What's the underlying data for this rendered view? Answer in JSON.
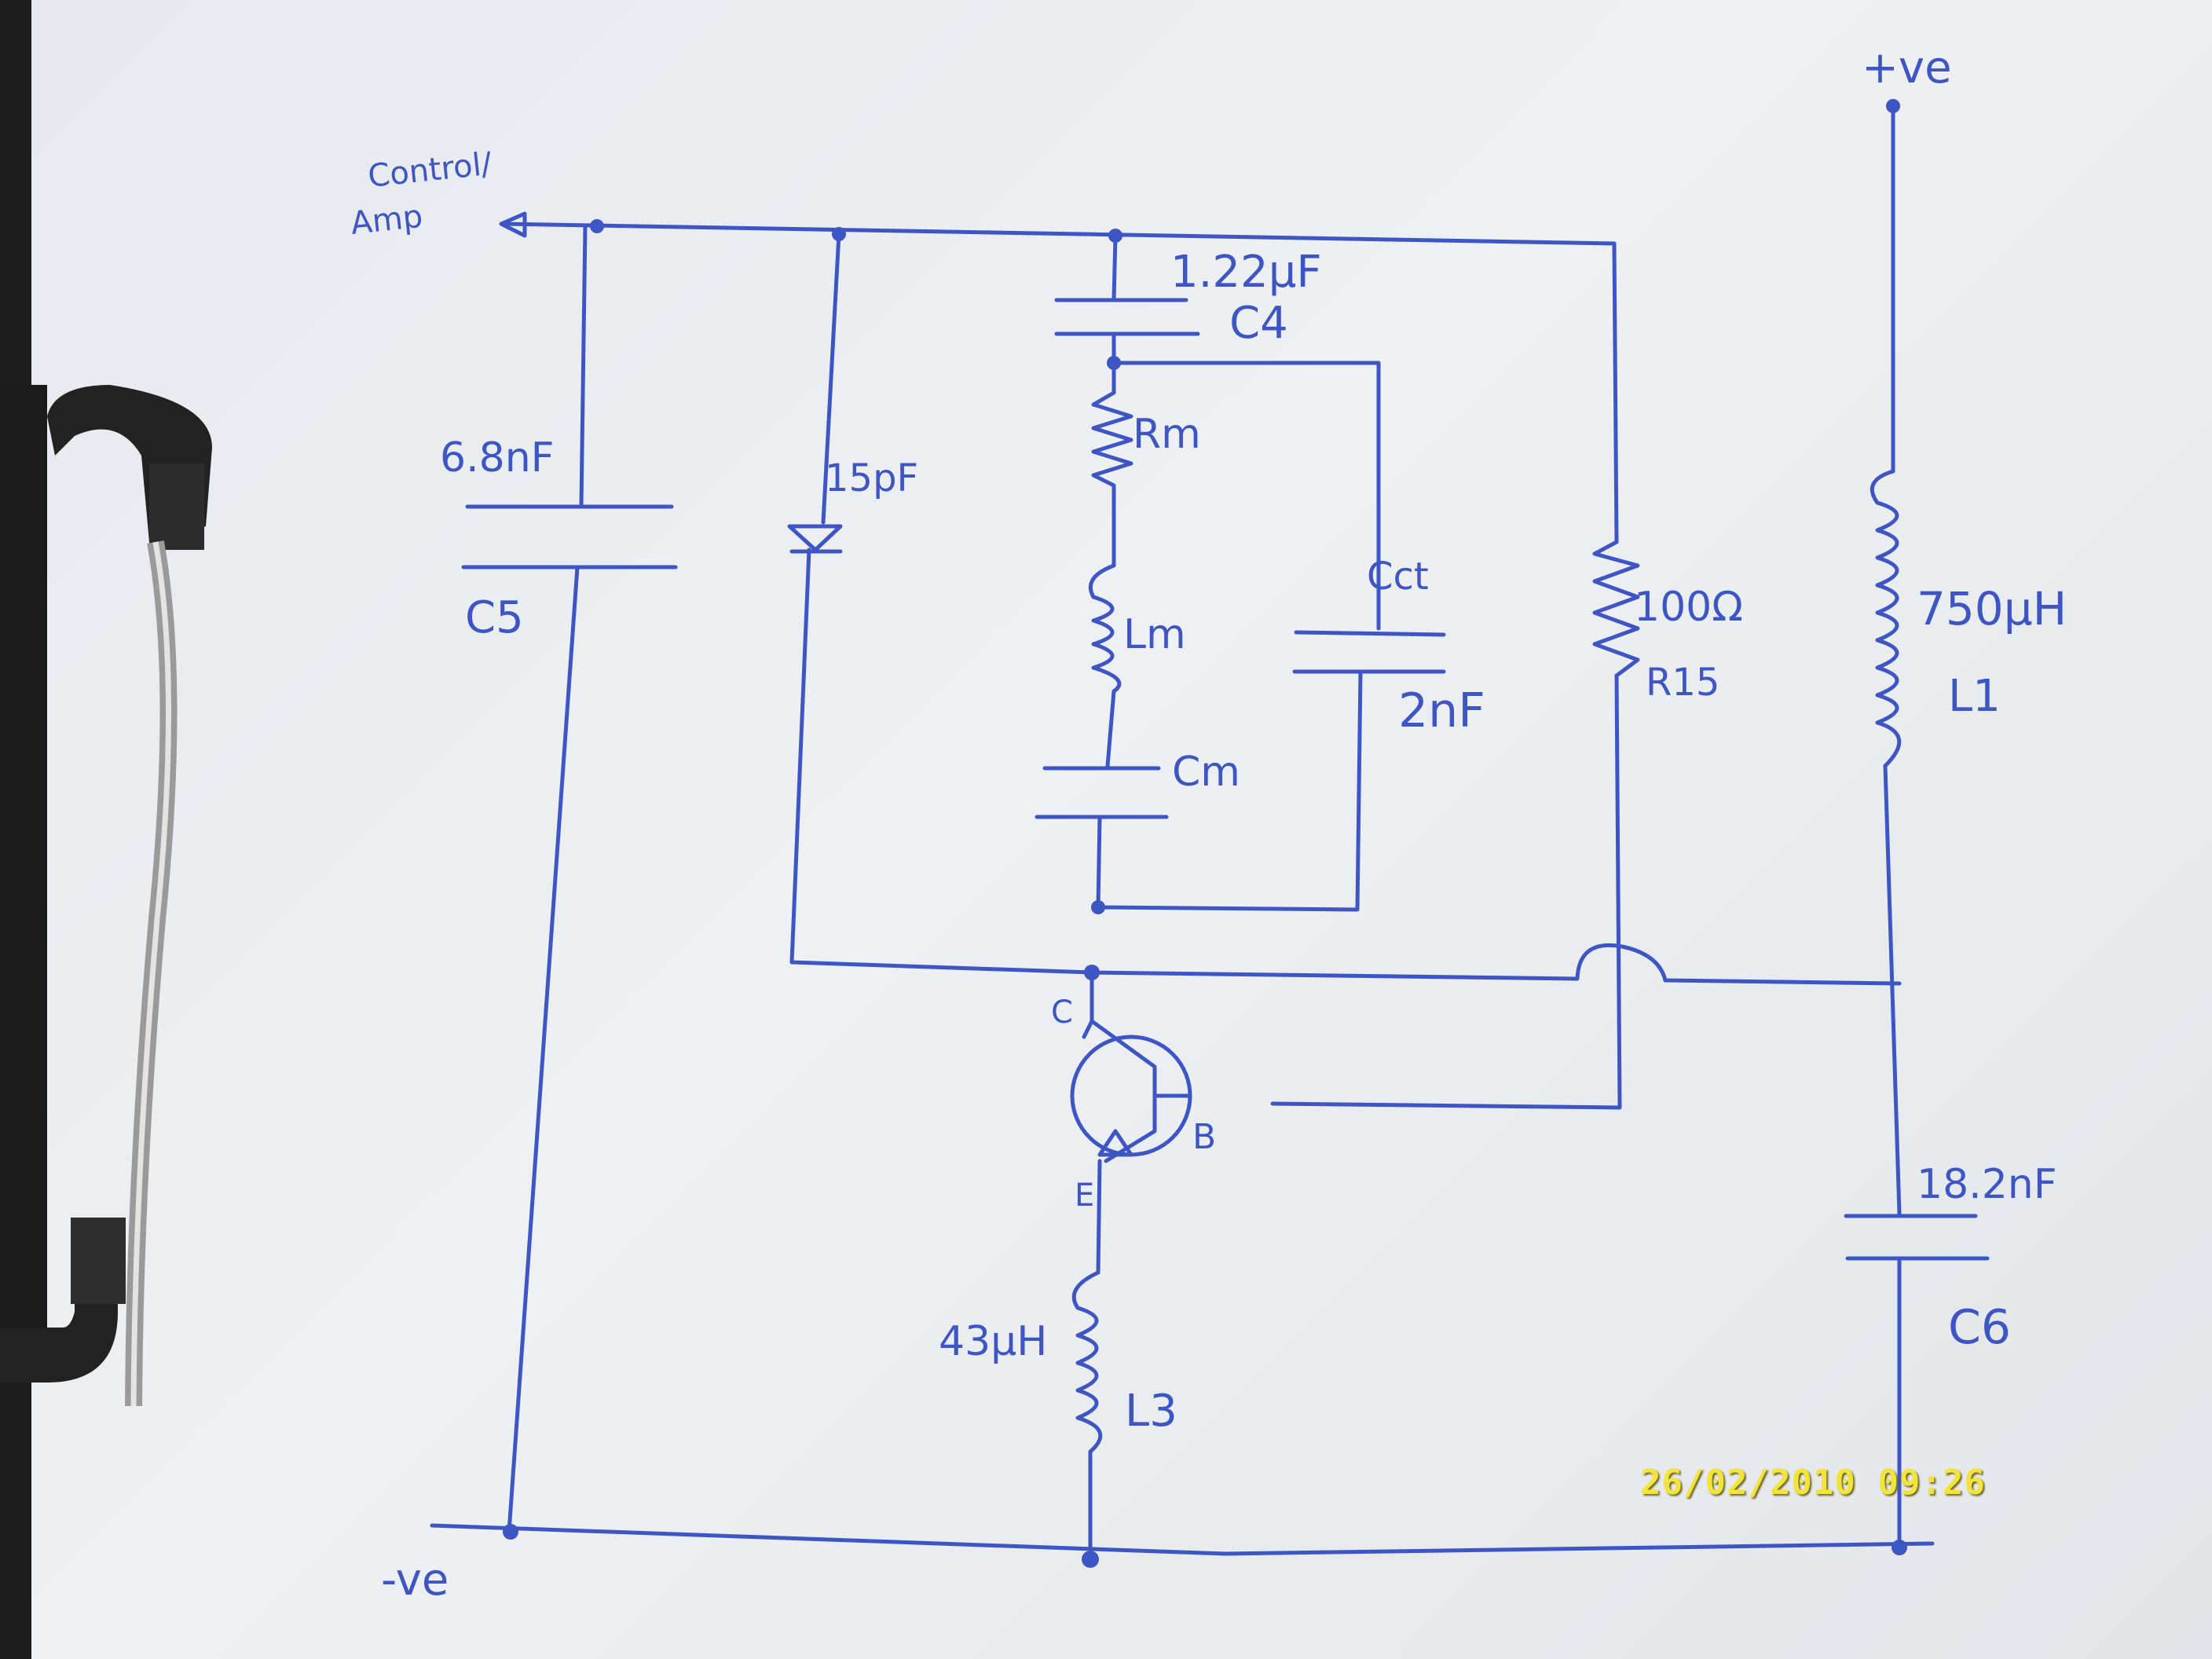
{
  "labels": {
    "control_amp_line1": "Control/",
    "control_amp_line2": "Amp",
    "pos_supply": "+ve",
    "neg_supply": "-ve",
    "c5_value": "6.8nF",
    "c5_name": "C5",
    "diode_value": "15pF",
    "c4_value": "1.22μF",
    "c4_name": "C4",
    "rm": "Rm",
    "lm": "Lm",
    "cm": "Cm",
    "cct": "Cct",
    "cct_value": "2nF",
    "r15_value": "100Ω",
    "r15_name": "R15",
    "l1_value": "750μH",
    "l1_name": "L1",
    "c6_value": "18.2nF",
    "c6_name": "C6",
    "collector": "C",
    "base": "B",
    "emitter": "E",
    "l3_value": "43μH",
    "l3_name": "L3"
  },
  "timestamp": "26/02/2010 09:26",
  "colors": {
    "ink": "#3d56c4",
    "paper": "#eceef1",
    "stamp": "#f2e438"
  }
}
